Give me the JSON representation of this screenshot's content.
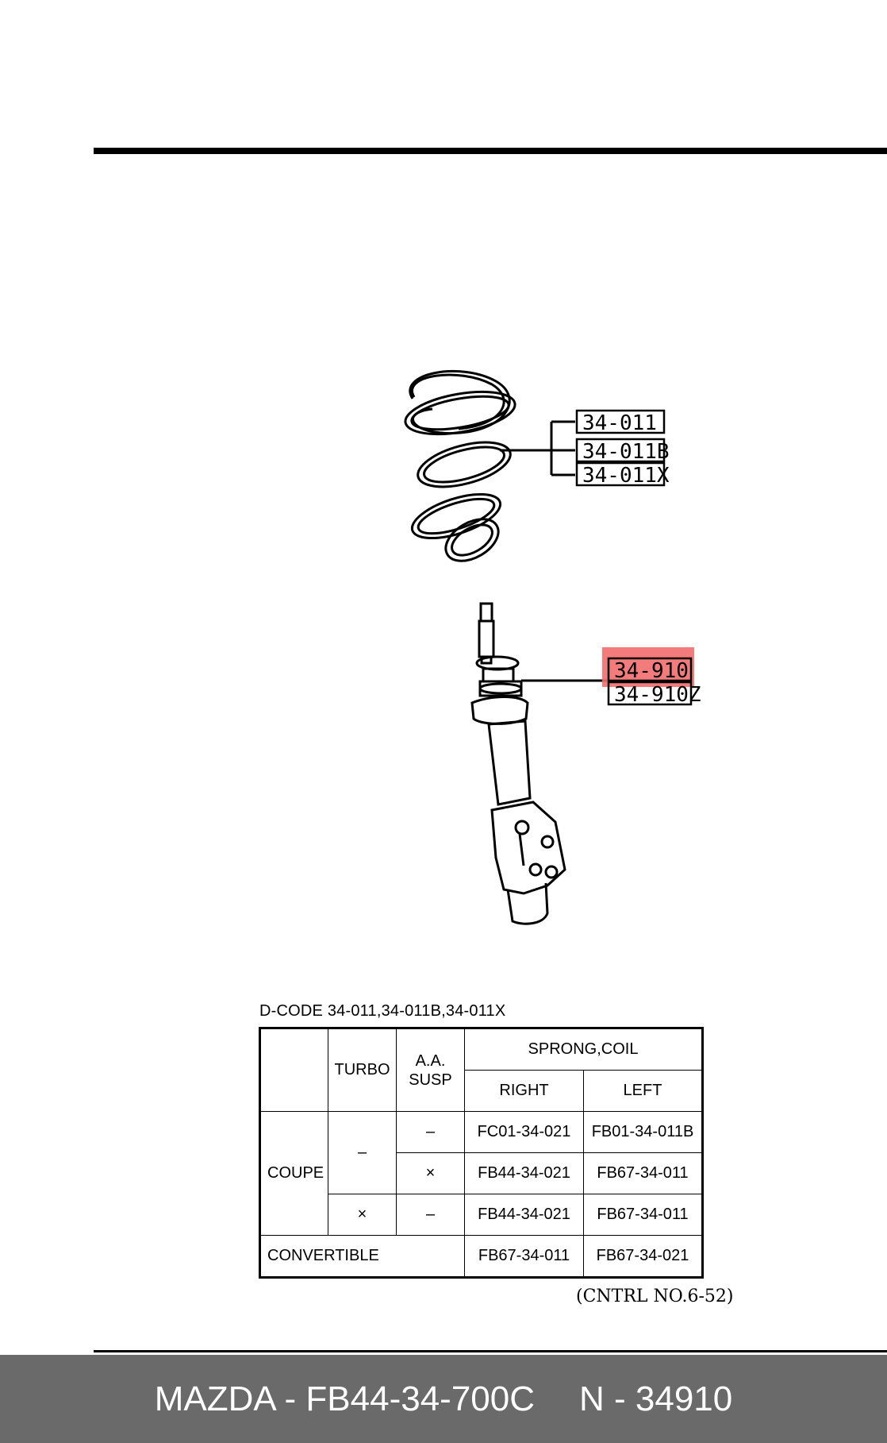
{
  "diagram": {
    "spring_callouts": [
      "34-011",
      "34-011B",
      "34-011X"
    ],
    "strut_callouts": [
      "34-910",
      "34-910Z"
    ],
    "highlight_color": "#f26d6d"
  },
  "table": {
    "dcode": "D-CODE 34-011,34-011B,34-011X",
    "headers": {
      "turbo": "TURBO",
      "aa_susp": "A.A.\nSUSP",
      "spring": "SPRONG,COIL",
      "right": "RIGHT",
      "left": "LEFT"
    },
    "group_coupe": "COUPE",
    "rows": [
      {
        "turbo": "–",
        "aa": "–",
        "right": "FC01-34-021",
        "left": "FB01-34-011B"
      },
      {
        "aa": "×",
        "right": "FB44-34-021",
        "left": "FB67-34-011"
      },
      {
        "turbo": "×",
        "aa": "–",
        "right": "FB44-34-021",
        "left": "FB67-34-011"
      }
    ],
    "convertible": {
      "label": "CONVERTIBLE",
      "right": "FB67-34-011",
      "left": "FB67-34-021"
    },
    "control_no": "(CNTRL NO.6-52)"
  },
  "footer": {
    "brand_part": "MAZDA - FB44-34-700C",
    "ref": "N - 34910",
    "background": "#6a6a6a"
  }
}
